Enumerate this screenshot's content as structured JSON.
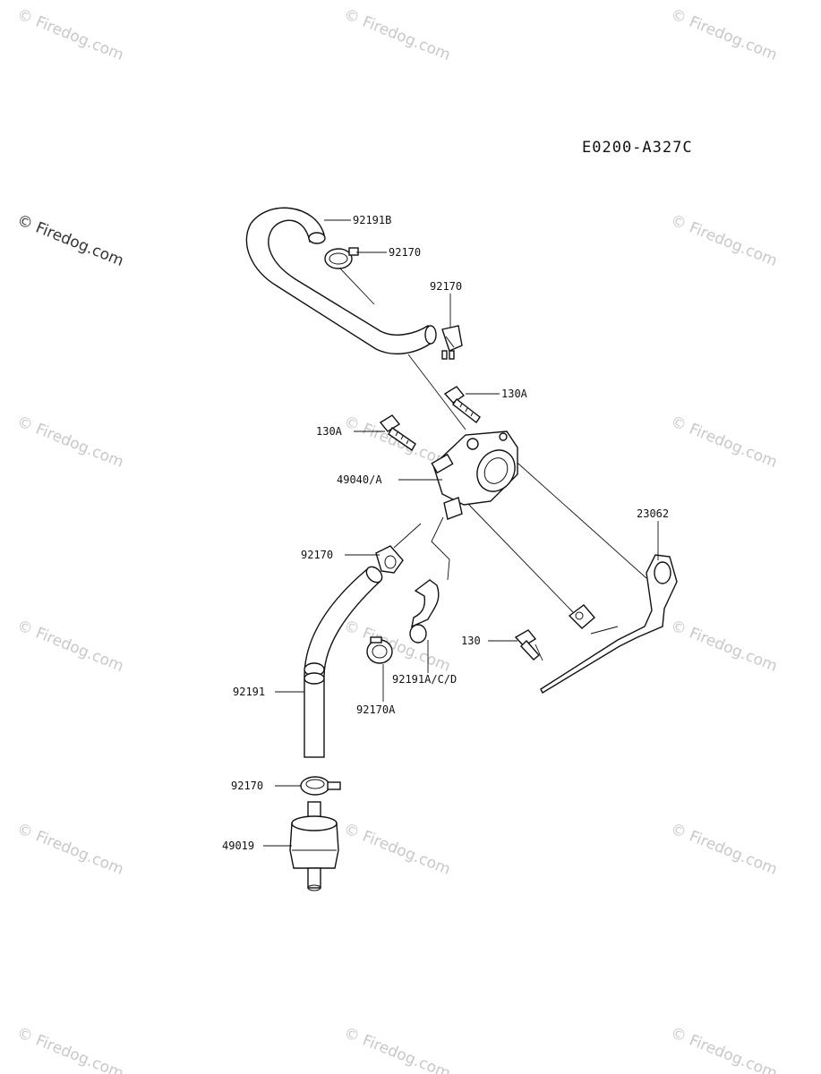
{
  "diagram": {
    "code": "E0200-A327C",
    "watermark": "© Firedog.com",
    "labels": {
      "hose_upper": "92191B",
      "clamp_upper": "92170",
      "clamp_upper2": "92170",
      "bolt_right": "130A",
      "bolt_left": "130A",
      "fuel_pump": "49040/A",
      "bracket": "23062",
      "clamp_mid": "92170",
      "bolt_small": "130",
      "hose_elbow": "92191A/C/D",
      "clamp_a": "92170A",
      "hose_lower": "92191",
      "clamp_lower": "92170",
      "fuel_filter": "49019"
    }
  }
}
